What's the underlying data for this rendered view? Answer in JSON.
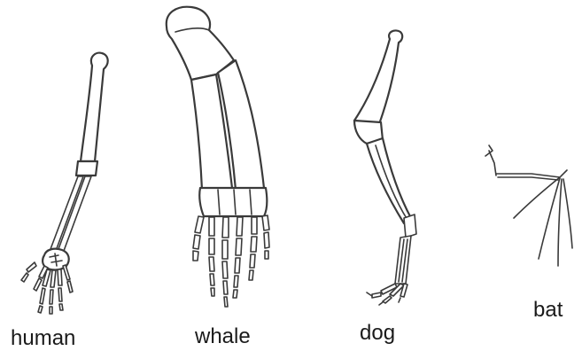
{
  "labels": {
    "human": "human",
    "whale": "whale",
    "dog": "dog",
    "bat": "bat"
  },
  "colors": {
    "stroke": "#3a3a3a",
    "bone_fill": "#ffffff",
    "text": "#1a1a1a",
    "background": "#ffffff"
  }
}
